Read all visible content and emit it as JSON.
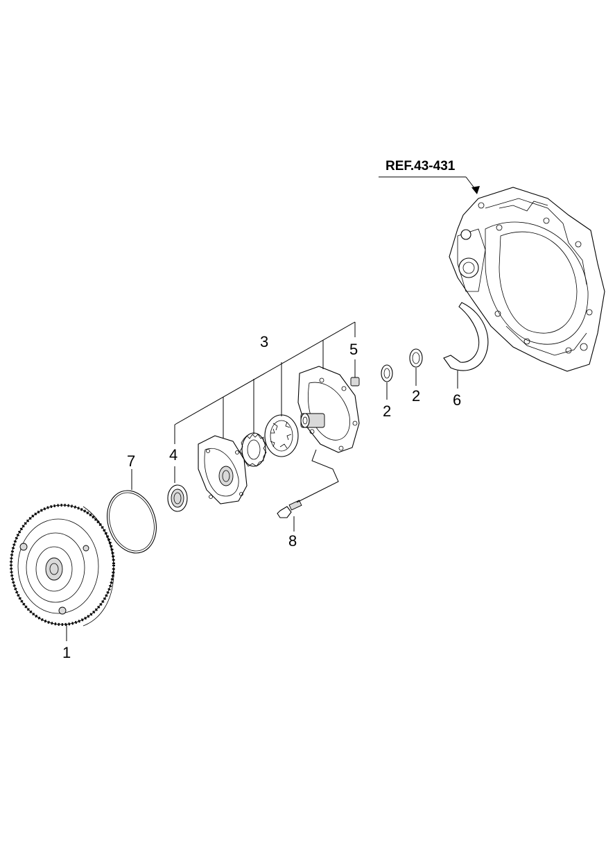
{
  "reference": {
    "label": "REF.43-431"
  },
  "callouts": {
    "c1": "1",
    "c2a": "2",
    "c2b": "2",
    "c3": "3",
    "c4": "4",
    "c5": "5",
    "c6": "6",
    "c7": "7",
    "c8": "8"
  }
}
